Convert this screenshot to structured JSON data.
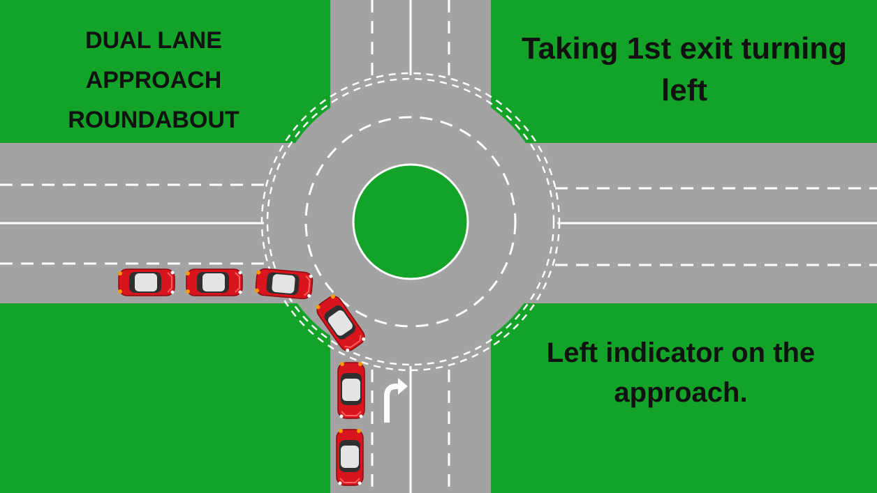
{
  "title_lines": [
    "DUAL LANE",
    "APPROACH",
    "ROUNDABOUT"
  ],
  "heading": "Taking 1st exit turning left",
  "subheading": "Left indicator on the approach.",
  "colors": {
    "grass": "#12a328",
    "road": "#a3a3a3",
    "marking": "#ffffff",
    "car_body": "#d8141c",
    "car_cabin": "#2f2f2f",
    "car_roof": "#e4e4e4",
    "indicator": "#ff9a00"
  },
  "icons": [
    "red-car-icon",
    "right-turn-lane-arrow-icon"
  ]
}
